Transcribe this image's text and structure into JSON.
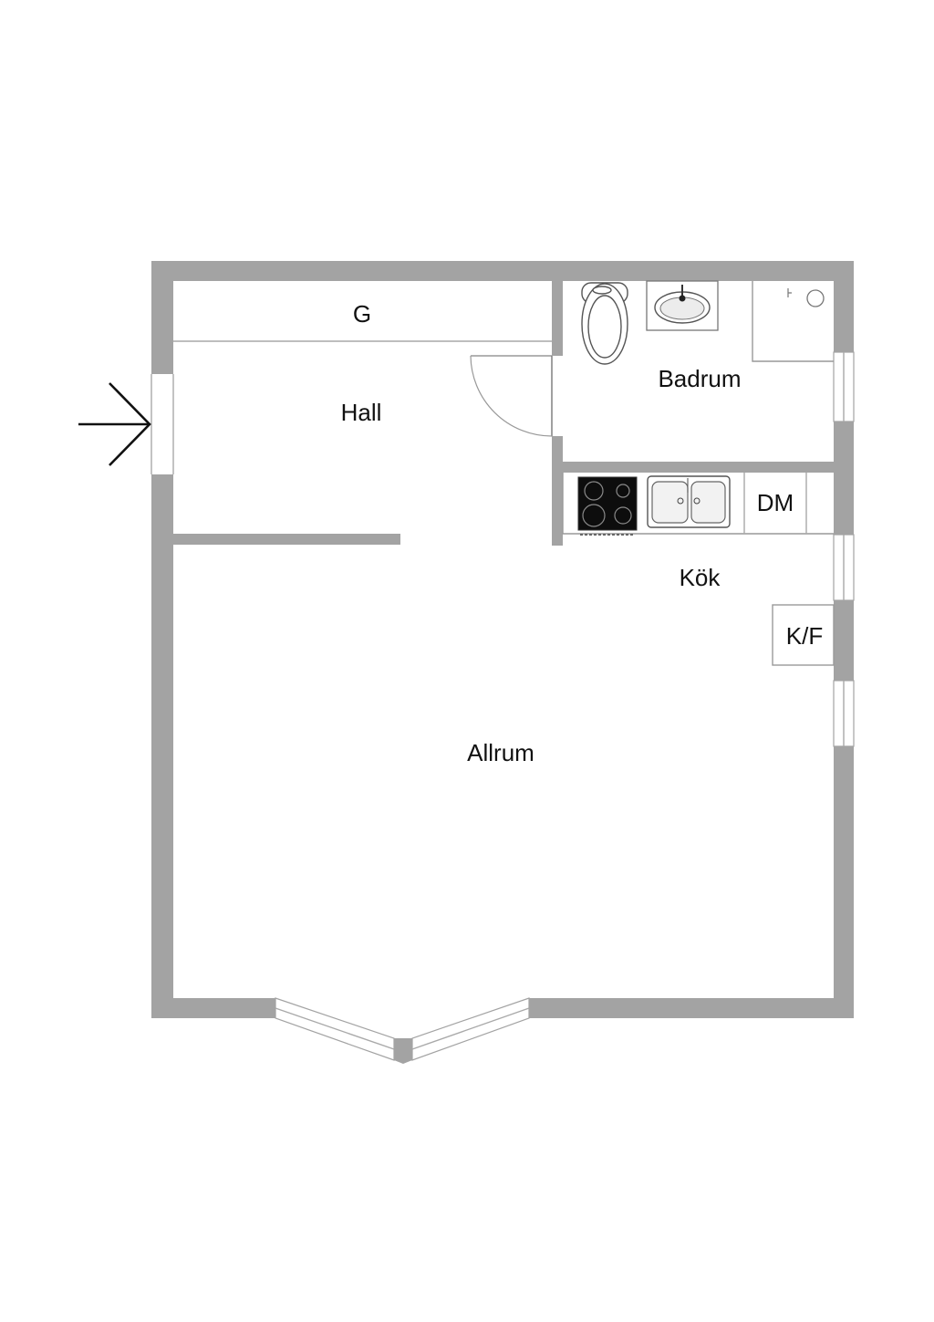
{
  "rooms": {
    "closet": "G",
    "hall": "Hall",
    "bathroom": "Badrum",
    "dishwasher": "DM",
    "kitchen": "Kök",
    "fridge_freezer": "K/F",
    "living_room": "Allrum"
  },
  "colors": {
    "wall": "#a3a3a3",
    "line": "#a9a9a9",
    "text": "#111111",
    "background": "#ffffff"
  },
  "icons": {
    "entrance": "arrow-right-icon",
    "toilet": "toilet-icon",
    "sink": "sink-icon",
    "shower": "shower-icon",
    "stove": "stove-icon",
    "kitchen_sink": "double-sink-icon"
  }
}
